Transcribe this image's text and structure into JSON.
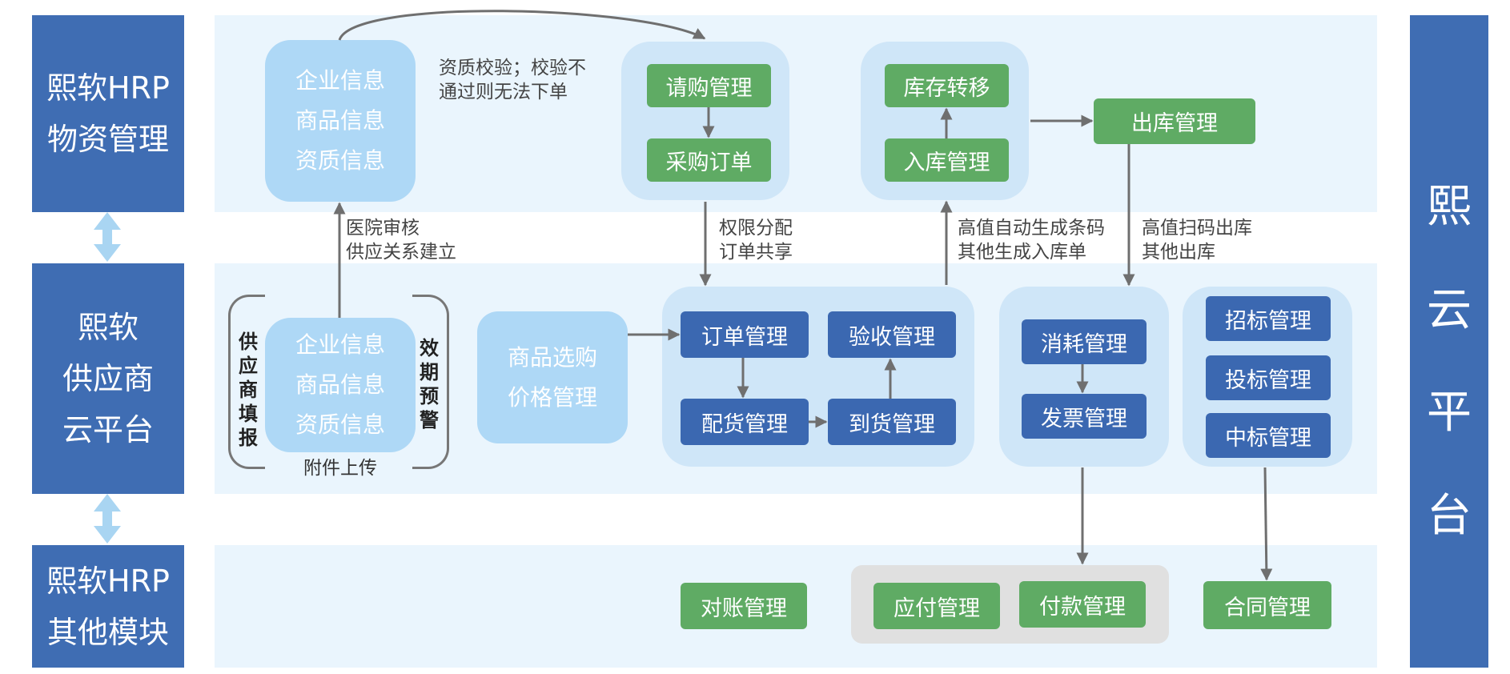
{
  "left": {
    "hrp_material": [
      "熙软HRP",
      "物资管理"
    ],
    "supplier_cloud": [
      "熙软",
      "供应商",
      "云平台"
    ],
    "hrp_other": [
      "熙软HRP",
      "其他模块"
    ]
  },
  "right": {
    "chars": [
      "熙",
      "云",
      "平",
      "台"
    ]
  },
  "top_info": [
    "企业信息",
    "商品信息",
    "资质信息"
  ],
  "mid_info": [
    "企业信息",
    "商品信息",
    "资质信息"
  ],
  "supplier_fill": [
    "供",
    "应",
    "商",
    "填",
    "报"
  ],
  "expiry_warning": [
    "效",
    "期",
    "预",
    "警"
  ],
  "attachment_upload": "附件上传",
  "product_select": [
    "商品选购",
    "价格管理"
  ],
  "notes": {
    "qualification": [
      "资质校验；校验不",
      "通过则无法下单"
    ],
    "hospital_review": [
      "医院审核",
      "供应关系建立"
    ],
    "permission": [
      "权限分配",
      "订单共享"
    ],
    "high_value_in": [
      "高值自动生成条码",
      "其他生成入库单"
    ],
    "high_value_out": [
      "高值扫码出库",
      "其他出库"
    ]
  },
  "green_boxes": {
    "purchase_request": "请购管理",
    "purchase_order": "采购订单",
    "stock_transfer": "库存转移",
    "inbound": "入库管理",
    "outbound": "出库管理",
    "reconciliation": "对账管理",
    "payable": "应付管理",
    "payment": "付款管理",
    "contract": "合同管理"
  },
  "blue_boxes": {
    "order_mgmt": "订单管理",
    "acceptance": "验收管理",
    "distribution": "配货管理",
    "arrival": "到货管理",
    "consumption": "消耗管理",
    "invoice": "发票管理",
    "tender": "招标管理",
    "bid": "投标管理",
    "award": "中标管理"
  },
  "colors": {
    "left_blue": "#3f6db3",
    "band": "#eaf5fd",
    "light_blue": "#aed8f6",
    "mid_blue": "#cfe6f8",
    "green": "#5fab64",
    "dark_blue": "#3b68b1",
    "arrow": "#6f6f6f",
    "double_arrow": "#a9d5f2"
  }
}
